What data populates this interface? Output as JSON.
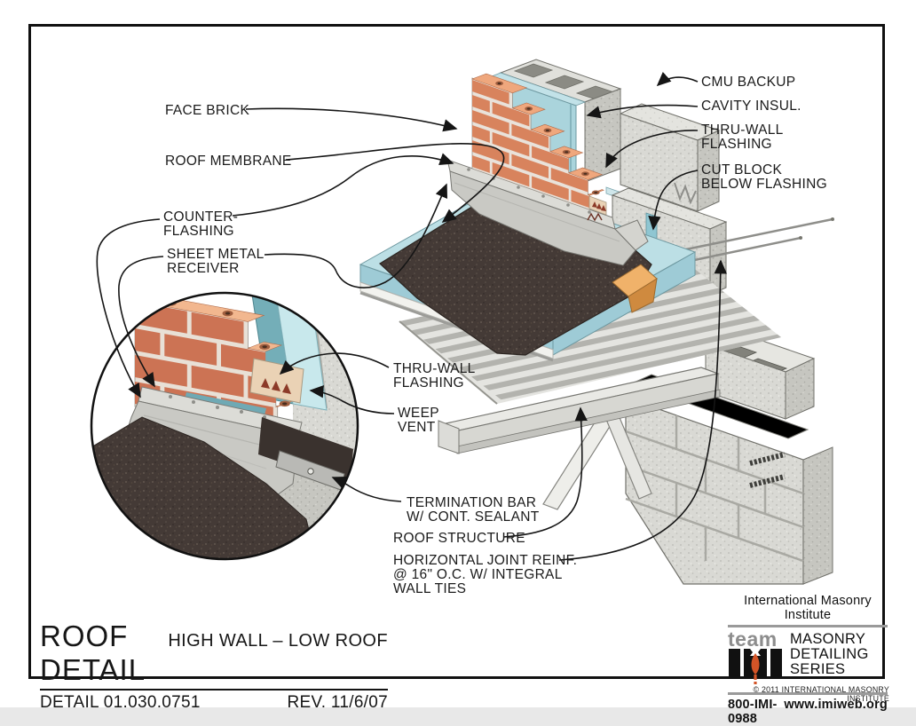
{
  "title_block": {
    "title": "ROOF DETAIL",
    "subtitle": "HIGH WALL – LOW ROOF",
    "detail_number": "DETAIL 01.030.0751",
    "revision": "REV. 11/6/07"
  },
  "brand": {
    "org": "International Masonry Institute",
    "team_word": "team",
    "series_line1": "MASONRY",
    "series_line2": "DETAILING",
    "series_line3": "SERIES",
    "phone": "800-IMI-0988",
    "website": "www.imiweb.org",
    "copyright": "© 2011 INTERNATIONAL MASONRY INSTITUTE"
  },
  "callouts": {
    "face_brick": "FACE BRICK",
    "roof_membrane": "ROOF MEMBRANE",
    "counter_flashing": [
      "COUNTER-",
      "FLASHING"
    ],
    "sheet_metal_receiver": [
      "SHEET METAL",
      "RECEIVER"
    ],
    "thru_wall_flashing_mid": [
      "THRU-WALL",
      "FLASHING"
    ],
    "weep_vent": [
      "WEEP",
      "VENT"
    ],
    "termination_bar": [
      "TERMINATION BAR",
      "W/ CONT. SEALANT"
    ],
    "roof_structure": "ROOF STRUCTURE",
    "horizontal_joint_reinf": [
      "HORIZONTAL JOINT REINF.",
      "@ 16\" O.C. W/ INTEGRAL",
      "WALL TIES"
    ],
    "cmu_backup": "CMU BACKUP",
    "cavity_insul": "CAVITY INSUL.",
    "thru_wall_flashing_right": [
      "THRU-WALL",
      "FLASHING"
    ],
    "cut_block": [
      "CUT BLOCK",
      "BELOW FLASHING"
    ]
  },
  "colors": {
    "brick_face": "#d8835d",
    "brick_top": "#efa77d",
    "insulation_blue": "#aad4dc",
    "roof_insulation": "#bcdfe5",
    "membrane_dark": "#443a36",
    "cmu_gray": "#d9d9d4",
    "metal_gray": "#c9c9c4",
    "wood_orange": "#e6a159",
    "logo_orange": "#d35427",
    "leader_black": "#151515"
  }
}
